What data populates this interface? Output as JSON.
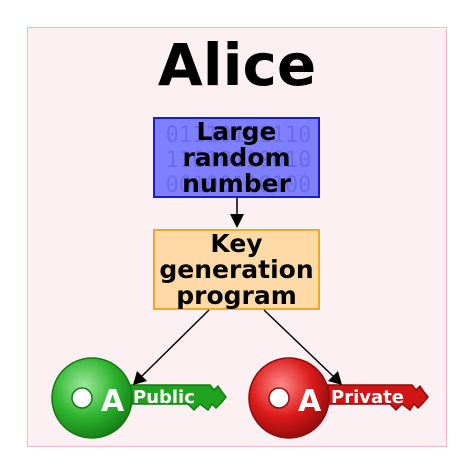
{
  "diagram": {
    "title": "Alice",
    "random_box": {
      "label_lines": [
        "Large",
        "random",
        "number"
      ],
      "binary_lines": [
        "01110101110",
        "11010110010",
        "00100110100"
      ]
    },
    "program_box": {
      "label_lines": [
        "Key",
        "generation",
        "program"
      ]
    },
    "public_key": {
      "letter": "A",
      "label": "Public",
      "color": "#1fa31f"
    },
    "private_key": {
      "letter": "A",
      "label": "Private",
      "color": "#d11414"
    }
  }
}
